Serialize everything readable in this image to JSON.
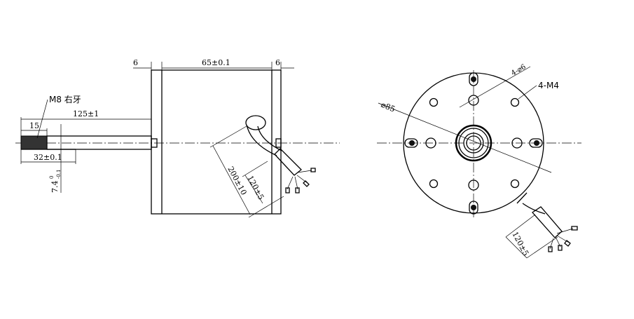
{
  "side_view": {
    "dim_left_flange": "6",
    "dim_body": "65±0.1",
    "dim_right_flange": "6",
    "thread_label": "M8 右牙",
    "dim_shaft_length": "125±1",
    "dim_thread_length": "15",
    "dim_flat_length": "32±0.1",
    "dim_flat_height": "7.4",
    "dim_flat_tol_upper": "0",
    "dim_flat_tol_lower": "-0.1",
    "dim_lead_length": "200±10",
    "dim_sleeve_length": "120±5"
  },
  "front_view": {
    "dim_diameter": "⌀85",
    "dim_holes": "4-⌀6",
    "dim_threads": "4-M4",
    "dim_sleeve_length": "120±5"
  }
}
